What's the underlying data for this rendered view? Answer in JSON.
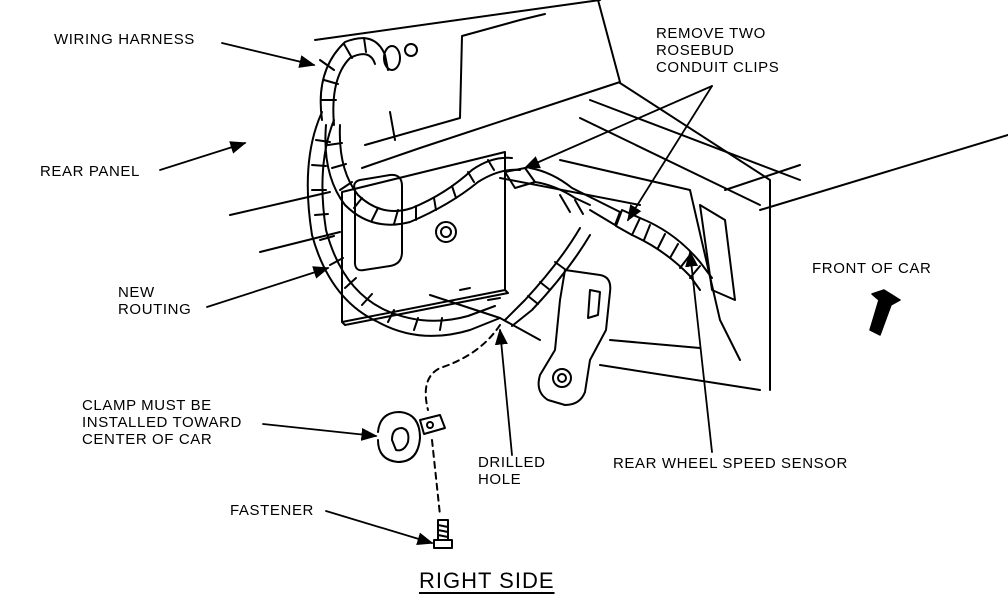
{
  "diagram": {
    "title": "RIGHT SIDE",
    "labels": {
      "wiring_harness": "WIRING HARNESS",
      "rear_panel": "REAR PANEL",
      "new_routing": "NEW\nROUTING",
      "clamp": "CLAMP MUST BE\nINSTALLED TOWARD\nCENTER OF CAR",
      "fastener": "FASTENER",
      "drilled_hole": "DRILLED\nHOLE",
      "rear_wheel_speed_sensor": "REAR WHEEL SPEED SENSOR",
      "remove_clips": "REMOVE TWO\nROSEBUD\nCONDUIT CLIPS",
      "front_of_car": "FRONT OF CAR"
    }
  }
}
